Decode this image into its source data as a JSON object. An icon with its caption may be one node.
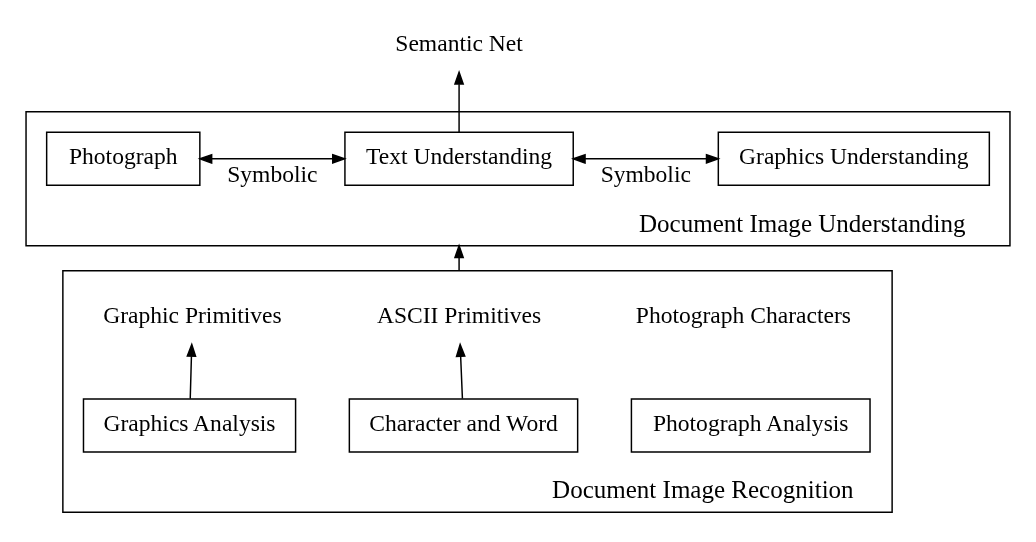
{
  "diagram": {
    "nodes": [
      {
        "text": [
          "Semantic Net"
        ]
      },
      {
        "text": [
          "Document Image Understanding"
        ]
      },
      {
        "text": [
          "Photograph"
        ],
        "in": 1
      },
      {
        "text": [
          "Text Understanding"
        ],
        "in": 1
      },
      {
        "text": [
          "Graphics Understanding"
        ],
        "in": 1
      },
      {
        "text": [
          "Document Image Recognition"
        ]
      },
      {
        "text": [
          "ASCII Primitives"
        ],
        "in": 5
      },
      {
        "text": [
          "Graphic Primitives"
        ],
        "in": 5
      },
      {
        "text": [
          "Photograph Analysis"
        ],
        "in": 5
      },
      {
        "text": [
          "Character and Word"
        ],
        "in": 5
      },
      {
        "text": [
          "Graphics Analysis"
        ],
        "in": 5
      }
    ],
    "edges": [
      {
        "from": 3,
        "to": 0,
        "arrow": "to"
      },
      {
        "from": 2,
        "to": 3,
        "arrow": "both",
        "label": "Symbolic"
      },
      {
        "from": 3,
        "to": 4,
        "arrow": "both",
        "label": "Symbolic"
      },
      {
        "from": 5,
        "to": 1,
        "arrow": "to"
      },
      {
        "from": 9,
        "to": 6,
        "arrow": "to"
      },
      {
        "from": 10,
        "to": 7,
        "arrow": "to"
      }
    ],
    "labels": [
      "Photograph Characters"
    ]
  }
}
